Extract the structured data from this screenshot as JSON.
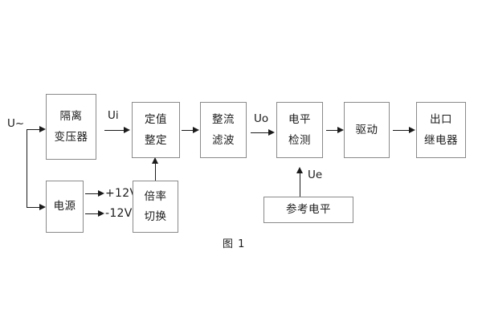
{
  "figure": {
    "caption": "图 1",
    "input_label": "U~",
    "blocks": [
      {
        "id": "isolation-transformer",
        "lines": [
          "隔离",
          "变压器"
        ]
      },
      {
        "id": "setting-value",
        "lines": [
          "定值",
          "整定"
        ]
      },
      {
        "id": "rectifier-filter",
        "lines": [
          "整流",
          "滤波"
        ]
      },
      {
        "id": "level-detection",
        "lines": [
          "电平",
          "检测"
        ]
      },
      {
        "id": "driver",
        "lines": [
          "驱动"
        ]
      },
      {
        "id": "output-relay",
        "lines": [
          "出口",
          "继电器"
        ]
      },
      {
        "id": "power-supply",
        "lines": [
          "电源"
        ]
      },
      {
        "id": "multiplier-switch",
        "lines": [
          "倍率",
          "切换"
        ]
      },
      {
        "id": "reference-level",
        "lines": [
          "参考电平"
        ]
      }
    ],
    "signals": {
      "ui": "Ui",
      "uo": "Uo",
      "ue": "Ue",
      "rail_positive": "+12V",
      "rail_negative": "-12V"
    },
    "colors": {
      "background": "#ffffff",
      "block_border": "#8a8a8a",
      "line": "#1b1b1b",
      "text": "#1b1b1b"
    }
  }
}
